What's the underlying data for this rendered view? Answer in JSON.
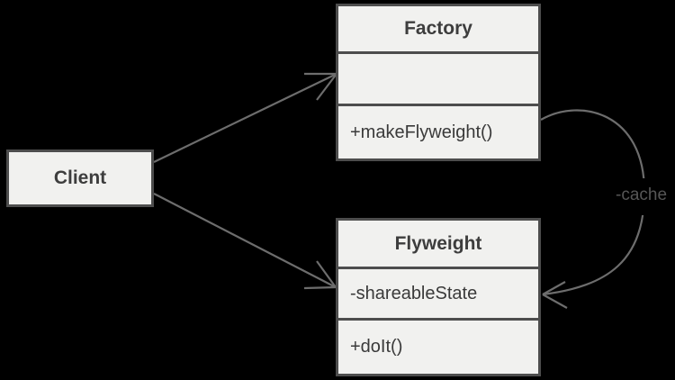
{
  "colors": {
    "canvas-bg": "#000000",
    "box-fill": "#f1f1ef",
    "box-border": "#4d4d4d",
    "title-text": "#3d3d3d",
    "member-text": "#3a3a3a",
    "arrow": "#6d6d6d",
    "label-text": "#565656"
  },
  "classes": {
    "client": {
      "title": "Client"
    },
    "factory": {
      "title": "Factory",
      "attribute": "",
      "method": "+makeFlyweight()"
    },
    "flyweight": {
      "title": "Flyweight",
      "attribute": "-shareableState",
      "method": "+doIt()"
    }
  },
  "relationships": [
    {
      "from": "Client",
      "to": "Factory",
      "type": "open-arrow",
      "label": ""
    },
    {
      "from": "Client",
      "to": "Flyweight",
      "type": "open-arrow",
      "label": ""
    },
    {
      "from": "Factory",
      "to": "Flyweight",
      "type": "curved-open-arrow",
      "label": "-cache"
    }
  ]
}
